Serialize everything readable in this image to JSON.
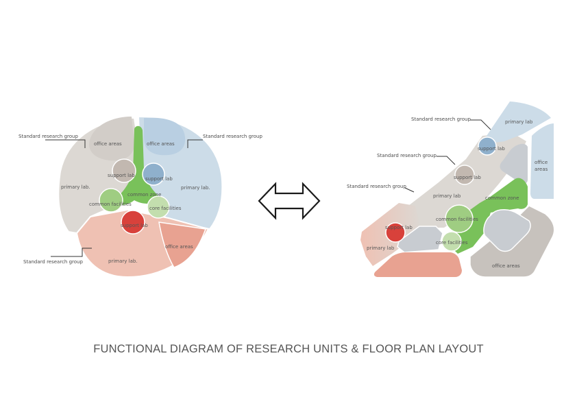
{
  "colors": {
    "grey_zone": "#dcd8d3",
    "blue_zone": "#ccdce8",
    "pink_zone": "#efc1b3",
    "salmon_zone": "#e8a291",
    "green_zone": "#79c15a",
    "light_green": "#9fcd82",
    "pale_green": "#c3deae",
    "support_grey": "#c2b8b0",
    "support_blue": "#8fb0cc",
    "support_red": "#d8413b",
    "office_grey": "#c7c2bd",
    "office_blue_dark": "#b3c8da",
    "slate": "#c8ccd1"
  },
  "left_diagram": {
    "labels": {
      "group_top_left": "Standard research group",
      "group_top_right": "Standard research group",
      "group_bottom_left": "Standard research group",
      "office_grey": "office areas",
      "office_blue": "office areas",
      "office_salmon": "office areas",
      "support_grey": "support lab",
      "support_blue": "support lab",
      "support_red": "support lab",
      "primary_grey": "primary lab.",
      "primary_blue": "primary lab.",
      "primary_pink": "primary lab.",
      "common_zone": "common zone",
      "common_facilities": "common facilities",
      "core_facilities": "core facilities"
    }
  },
  "right_diagram": {
    "labels": {
      "group_top": "Standard research group",
      "group_middle": "Standard research group",
      "group_bottom": "Standard research group",
      "primary_blue": "primary lab",
      "primary_grey": "primary lab",
      "primary_pink": "primary lab",
      "support_blue": "support lab",
      "support_grey": "support lab",
      "support_red": "support lab",
      "office_blue_1": "office",
      "office_blue_2": "areas",
      "office_grey": "office areas",
      "common_zone": "common zone",
      "common_facilities": "common facilities",
      "core_facilities": "core facilities"
    }
  },
  "arrow": {
    "icon": "double-arrow-icon"
  },
  "title": "FUNCTIONAL DIAGRAM OF RESEARCH UNITS & FLOOR PLAN LAYOUT"
}
